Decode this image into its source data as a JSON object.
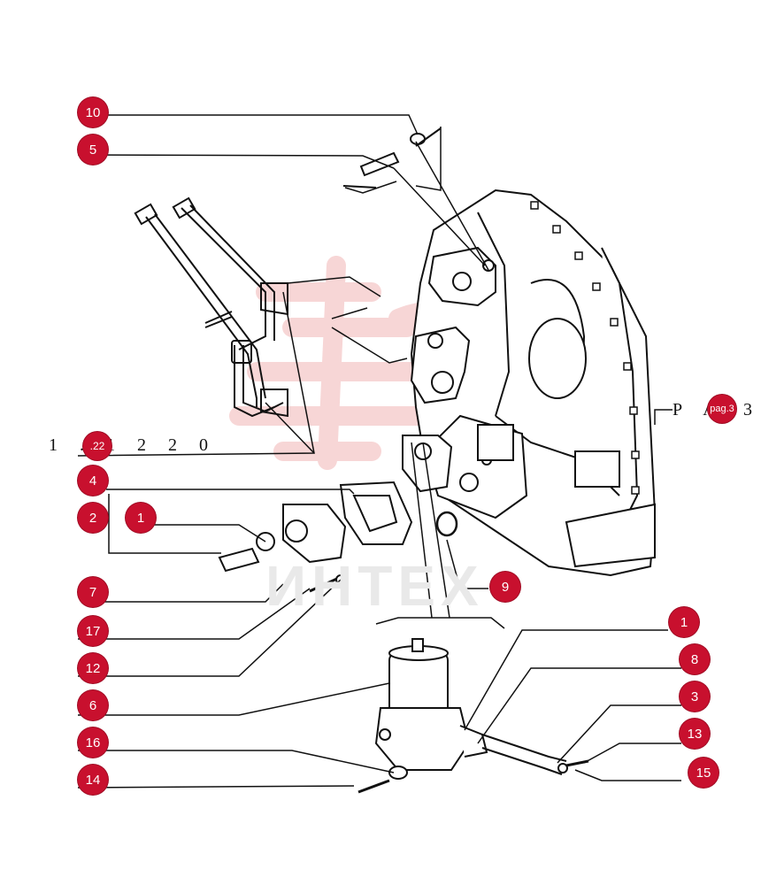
{
  "watermark": {
    "text": "ИНТЕХ"
  },
  "references": {
    "left_ref": "1 . 1 2 2 0",
    "left_badge": ".22",
    "right_ref": "P A",
    "right_badge": "pag.3",
    "right_suffix": "3"
  },
  "callouts": {
    "c10": "10",
    "c5": "5",
    "c4": "4",
    "c2": "2",
    "c1a": "1",
    "c7": "7",
    "c17": "17",
    "c12": "12",
    "c6": "6",
    "c16": "16",
    "c14": "14",
    "c9": "9",
    "c1b": "1",
    "c8": "8",
    "c3": "3",
    "c13": "13",
    "c15": "15"
  },
  "colors": {
    "callout": "#c8102e",
    "line": "#111111",
    "watermark": "#f2b5b5"
  }
}
